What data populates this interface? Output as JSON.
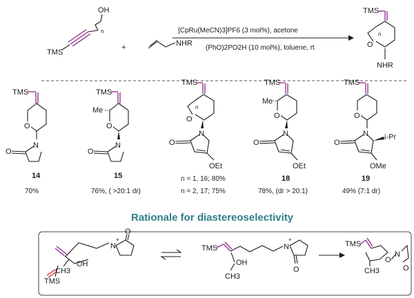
{
  "reaction": {
    "oh": "OH",
    "n_sub": "n",
    "tms": "TMS",
    "plus": "+",
    "amine": "NHR",
    "conditions_top": "[CpRu(MeCN)3]PF6 (3 mol%), acetone",
    "conditions_bottom": "(PhO)2PO2H (10 mol%), toluene, rt",
    "product_tms": "TMS",
    "product_n": "n",
    "product_o": "O",
    "product_nhr": "NHR"
  },
  "compounds": [
    {
      "number": "14",
      "yield": "70%",
      "tms": "TMS",
      "o": "O",
      "n": "N"
    },
    {
      "number": "15",
      "yield": "76%, ( >20:1 dr)",
      "tms": "TMS",
      "me": "Me",
      "o": "O",
      "n": "N"
    },
    {
      "number_line1": "n = 1, 16; 80%",
      "number_line2": "n = 2, 17; 75%",
      "tms": "TMS",
      "n_sub": "n",
      "o": "O",
      "n": "N",
      "oet": "OEt"
    },
    {
      "number": "18",
      "yield": "78%, (dr > 20:1)",
      "tms": "TMS",
      "me": "Me",
      "o": "O",
      "n": "N",
      "oet": "OEt"
    },
    {
      "number": "19",
      "yield": "49% (7:1 dr)",
      "tms": "TMS",
      "o": "O",
      "n": "N",
      "ome": "OMe",
      "ipr": "i-Pr"
    }
  ],
  "rationale": {
    "title": "Rationale for diastereoselectivity",
    "left": {
      "n_plus": "N",
      "plus": "+",
      "o": "O",
      "oh": "OH",
      "ch3": "CH3",
      "tms": "TMS"
    },
    "middle": {
      "tms": "TMS",
      "oh": "OH",
      "ch3": "CH3",
      "n_plus": "N",
      "plus": "+",
      "o": "O"
    },
    "right": {
      "tms": "TMS",
      "o": "O",
      "ch3": "CH3",
      "n": "N",
      "o2": "O"
    }
  },
  "colors": {
    "accent": "#8a2a8a",
    "title": "#2f7f8a",
    "strike": "#d01c1c"
  }
}
